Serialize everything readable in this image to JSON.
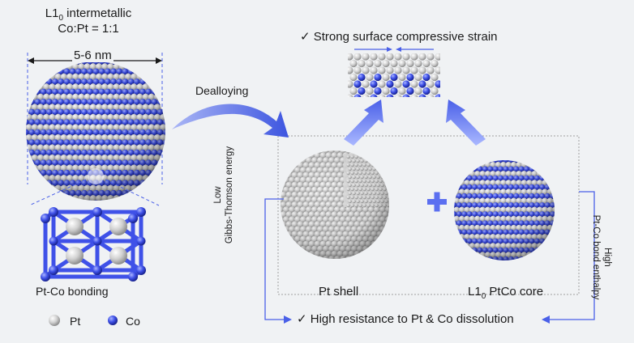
{
  "title_line1": "L1",
  "title_sub": "0",
  "title_line1_rest": " intermetallic",
  "title_line2": "Co:Pt = 1:1",
  "size_label": "5-6 nm",
  "arrow_label": "Dealloying",
  "strain_label": "✓  Strong surface compressive strain",
  "bond_label": "Pt-Co bonding",
  "legend": {
    "pt": "Pt",
    "co": "Co"
  },
  "shell_label": "Pt shell",
  "core_prefix": "L1",
  "core_sub": "0",
  "core_rest": "  PtCo core",
  "left_vertical": {
    "line1": "Low",
    "line2": "Gibbs-Thomson energy"
  },
  "right_vertical": {
    "line1": "High",
    "line2": "Pt-Co bond enthalpy"
  },
  "resistance_label": "✓  High resistance to Pt & Co dissolution",
  "colors": {
    "pt": "#d4d4d4",
    "co": "#3f51e8",
    "background": "#f0f2f4",
    "arrow": "#3d55e0"
  }
}
